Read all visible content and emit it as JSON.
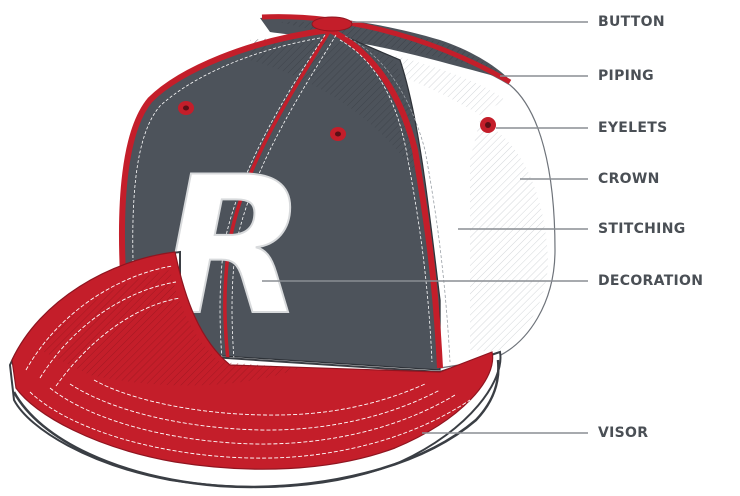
{
  "diagram": {
    "labels": {
      "button": "BUTTON",
      "piping": "PIPING",
      "eyelets": "EYELETS",
      "crown": "CROWN",
      "stitching": "STITCHING",
      "decoration": "DECORATION",
      "visor": "VISOR"
    },
    "decoration_text": "R",
    "colors": {
      "front_panel": "#4d535b",
      "accent_red": "#c41e2a",
      "side_panel": "#ffffff",
      "leader_line": "#8a8e93",
      "label_text": "#4a4f55",
      "logo": "#ffffff"
    }
  }
}
